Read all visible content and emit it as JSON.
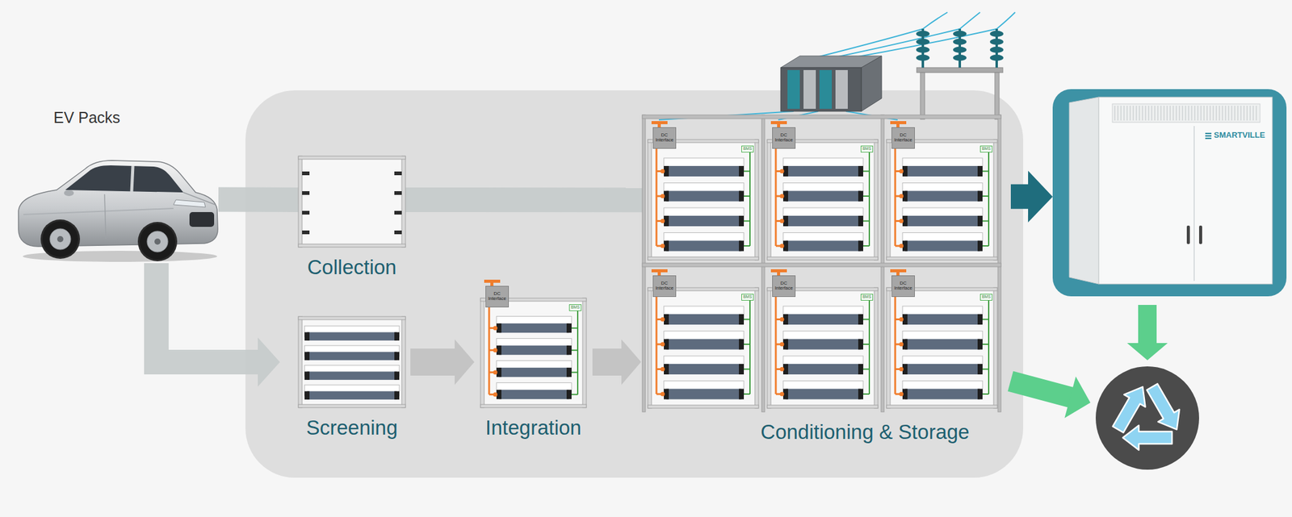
{
  "diagram": {
    "nodes": [
      {
        "text": [
          "EV Packs"
        ]
      },
      {
        "text": [
          "Collection"
        ]
      },
      {
        "text": [
          "Screening"
        ]
      },
      {
        "text": [
          "Integration",
          "DC Interface",
          "BMS"
        ]
      },
      {
        "text": [
          "Conditioning & Storage"
        ]
      },
      {
        "text": [
          "DC Interface",
          "BMS"
        ],
        "in": 4
      },
      {
        "text": [
          "DC Interface",
          "BMS"
        ],
        "in": 4
      },
      {
        "text": [
          "DC Interface",
          "BMS"
        ],
        "in": 4
      },
      {
        "text": [
          "DC Interface",
          "BMS"
        ],
        "in": 4
      },
      {
        "text": [
          "DC Interface",
          "BMS"
        ],
        "in": 4
      },
      {
        "text": [
          "DC Interface",
          "BMS"
        ],
        "in": 4
      },
      {
        "text": [
          "SMARTVILLE"
        ]
      },
      {
        "text": []
      }
    ],
    "edges": [
      {
        "from": 0,
        "to": 1,
        "arrow": "none"
      },
      {
        "from": 1,
        "to": 4,
        "arrow": "none"
      },
      {
        "from": 0,
        "to": 2,
        "arrow": "to"
      },
      {
        "from": 2,
        "to": 3,
        "arrow": "to"
      },
      {
        "from": 3,
        "to": 4,
        "arrow": "to"
      },
      {
        "from": 4,
        "to": 11,
        "arrow": "to"
      },
      {
        "from": 11,
        "to": 12,
        "arrow": "to"
      },
      {
        "from": 4,
        "to": 12,
        "arrow": "to"
      }
    ]
  }
}
